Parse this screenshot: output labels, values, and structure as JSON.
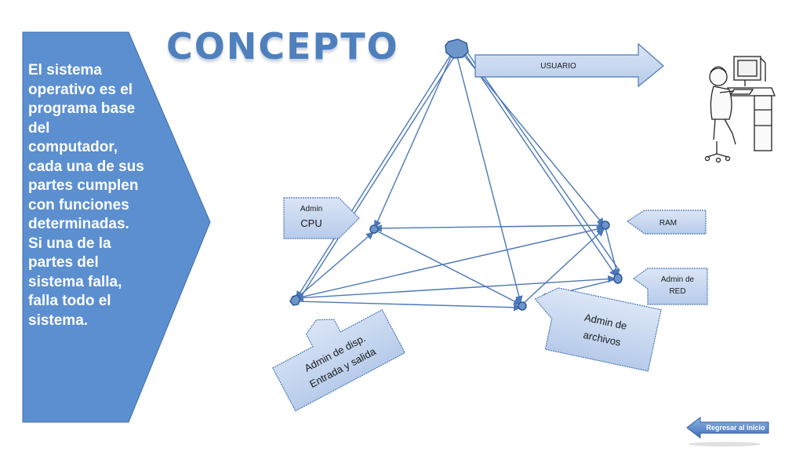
{
  "slide": {
    "title": "CONCEPTO",
    "body_text": "El sistema\noperativo es el\nprograma base\ndel\ncomputador,\ncada una de sus\npartes cumplen\ncon funciones\ndeterminadas.\nSi una de la\npartes del\nsistema falla,\nfalla todo el\nsistema.",
    "back_button_label": "Regresar al inicio"
  },
  "diagram": {
    "usuario_label": "USUARIO",
    "cpu_label_line1": "Admin",
    "cpu_label_line2": "CPU",
    "ram_label": "RAM",
    "red_label_line1": "Admin de",
    "red_label_line2": "RED",
    "archivos_label_line1": "Admin de",
    "archivos_label_line2": "archivos",
    "io_label_line1": "Admin de disp.",
    "io_label_line2": "Entrada y salida"
  },
  "colors": {
    "panel_blue": "#5b8fd0",
    "title_blue": "#4f80bd",
    "node_blue": "#6e95c9",
    "edge_blue": "#4a78b8",
    "callout_fill": "#c7d7f0"
  }
}
